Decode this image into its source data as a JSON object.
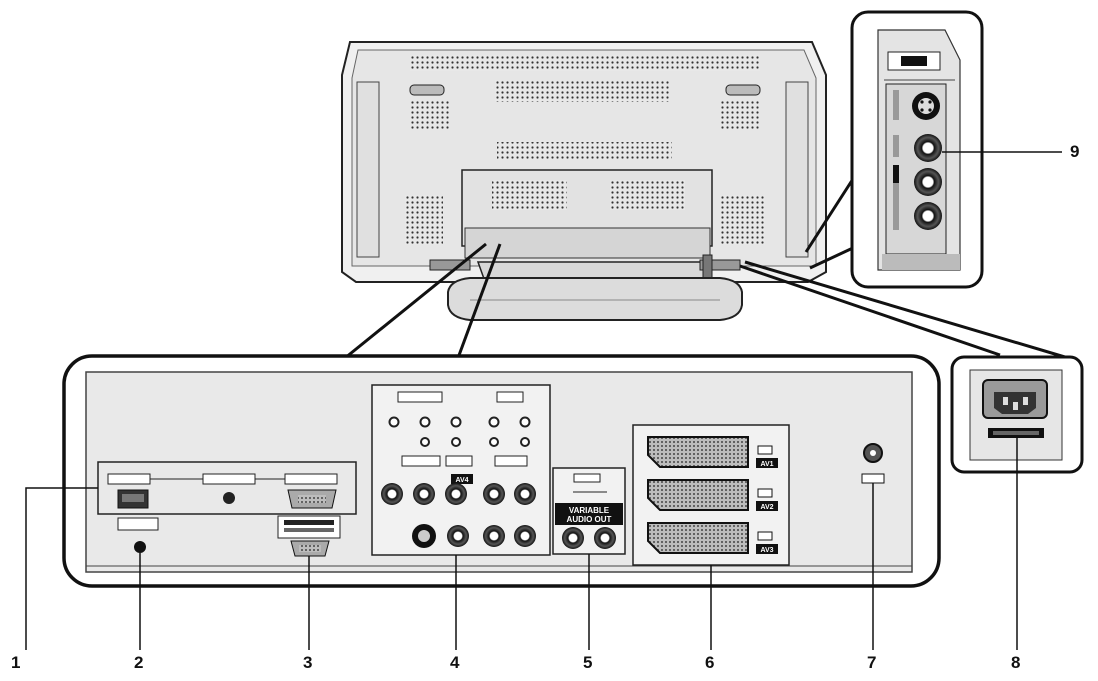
{
  "callouts": {
    "n1": "1",
    "n2": "2",
    "n3": "3",
    "n4": "4",
    "n5": "5",
    "n6": "6",
    "n7": "7",
    "n8": "8",
    "n9": "9"
  },
  "panel_labels": {
    "variable_audio_out": "VARIABLE\nAUDIO OUT",
    "av1": "AV1",
    "av2": "AV2",
    "av3": "AV3",
    "av4": "AV4"
  }
}
